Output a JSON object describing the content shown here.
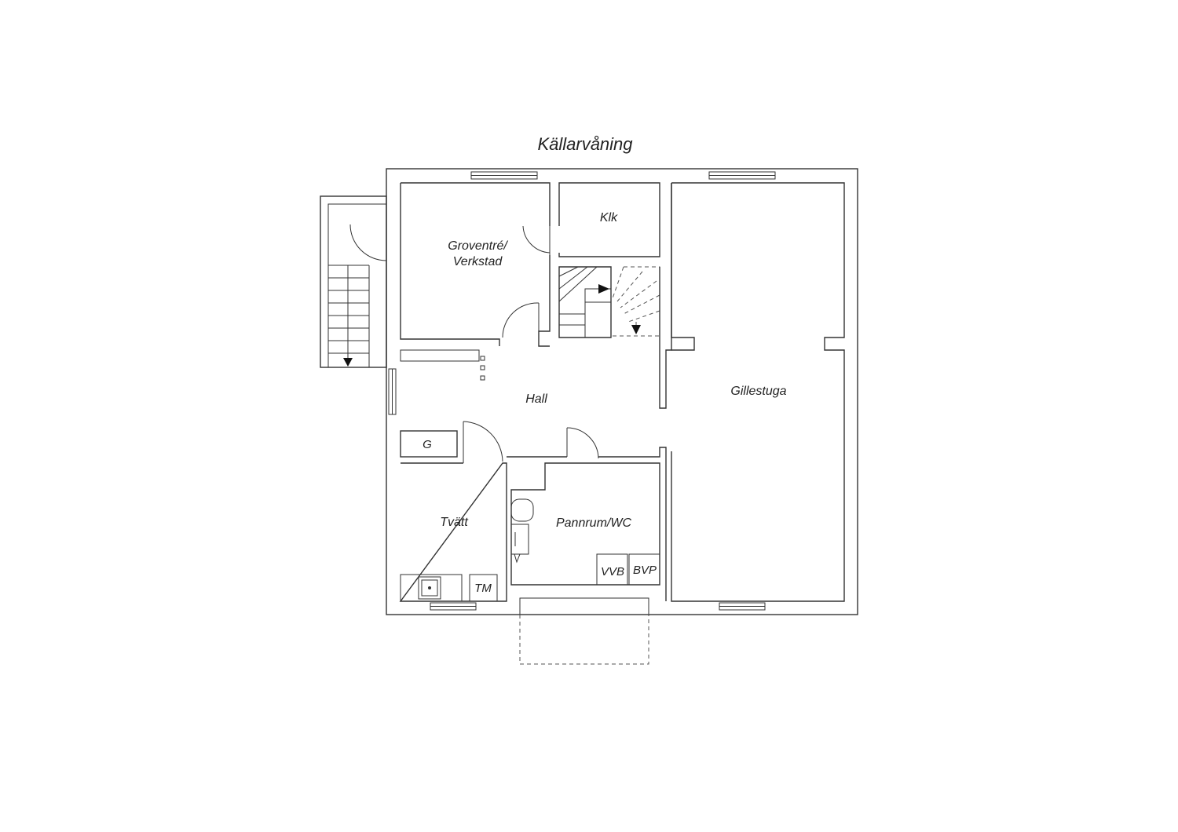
{
  "plan": {
    "title": "Källarvåning",
    "rooms": {
      "groventre_line1": "Groventré/",
      "groventre_line2": "Verkstad",
      "klk": "Klk",
      "hall": "Hall",
      "gillestuga": "Gillestuga",
      "g": "G",
      "tvatt": "Tvätt",
      "pannrum_wc": "Pannrum/WC",
      "tm": "TM",
      "vvb": "VVB",
      "bvp": "BVP"
    },
    "colors": {
      "line": "#333333",
      "text": "#222222",
      "background": "#ffffff"
    },
    "icons": [
      "stairs-icon",
      "door-swing-icon",
      "window-icon",
      "sink-icon",
      "toilet-icon",
      "arrow-down-icon"
    ]
  }
}
